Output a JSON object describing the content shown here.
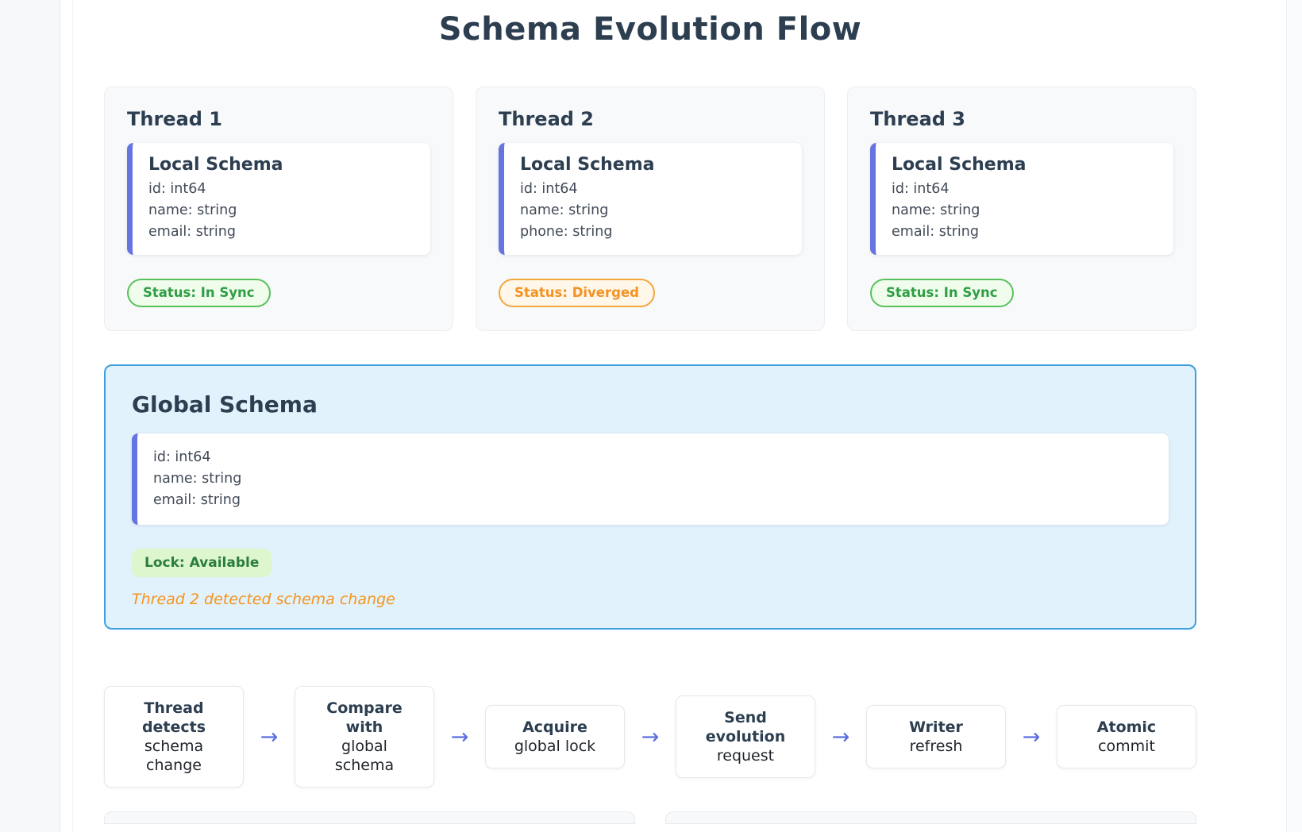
{
  "page": {
    "title": "Schema Evolution Flow"
  },
  "threads": [
    {
      "name": "Thread 1",
      "schema_title": "Local Schema",
      "fields": [
        "id: int64",
        "name: string",
        "email: string"
      ],
      "status": "Status: In Sync",
      "status_type": "success"
    },
    {
      "name": "Thread 2",
      "schema_title": "Local Schema",
      "fields": [
        "id: int64",
        "name: string",
        "phone: string"
      ],
      "status": "Status: Diverged",
      "status_type": "warning"
    },
    {
      "name": "Thread 3",
      "schema_title": "Local Schema",
      "fields": [
        "id: int64",
        "name: string",
        "email: string"
      ],
      "status": "Status: In Sync",
      "status_type": "success"
    }
  ],
  "global_schema": {
    "title": "Global Schema",
    "fields": [
      "id: int64",
      "name: string",
      "email: string"
    ],
    "lock_label": "Lock: Available",
    "event_message": "Thread 2 detected schema change"
  },
  "flow": {
    "arrow_glyph": "→",
    "steps": [
      {
        "action": "Thread detects",
        "object": "schema change"
      },
      {
        "action": "Compare with",
        "object": "global schema"
      },
      {
        "action": "Acquire",
        "object": "global lock"
      },
      {
        "action": "Send evolution",
        "object": "request"
      },
      {
        "action": "Writer",
        "object": "refresh"
      },
      {
        "action": "Atomic",
        "object": "commit"
      }
    ]
  },
  "colors": {
    "heading": "#2c3e50",
    "schema_accent_indigo": "#6574e1",
    "success_text": "#2f9e44",
    "success_border": "#58c15c",
    "success_bg": "#f0fcec",
    "warning_text": "#f59221",
    "warning_border": "#f2a63c",
    "warning_bg": "#fff7ea",
    "global_panel_bg": "#e1f2fc",
    "global_panel_border": "#3f9fdd",
    "lock_badge_bg": "#ddf6cd",
    "lock_badge_text": "#2b7d3b",
    "event_text": "#f5941d",
    "arrow": "#5a6ee0"
  }
}
